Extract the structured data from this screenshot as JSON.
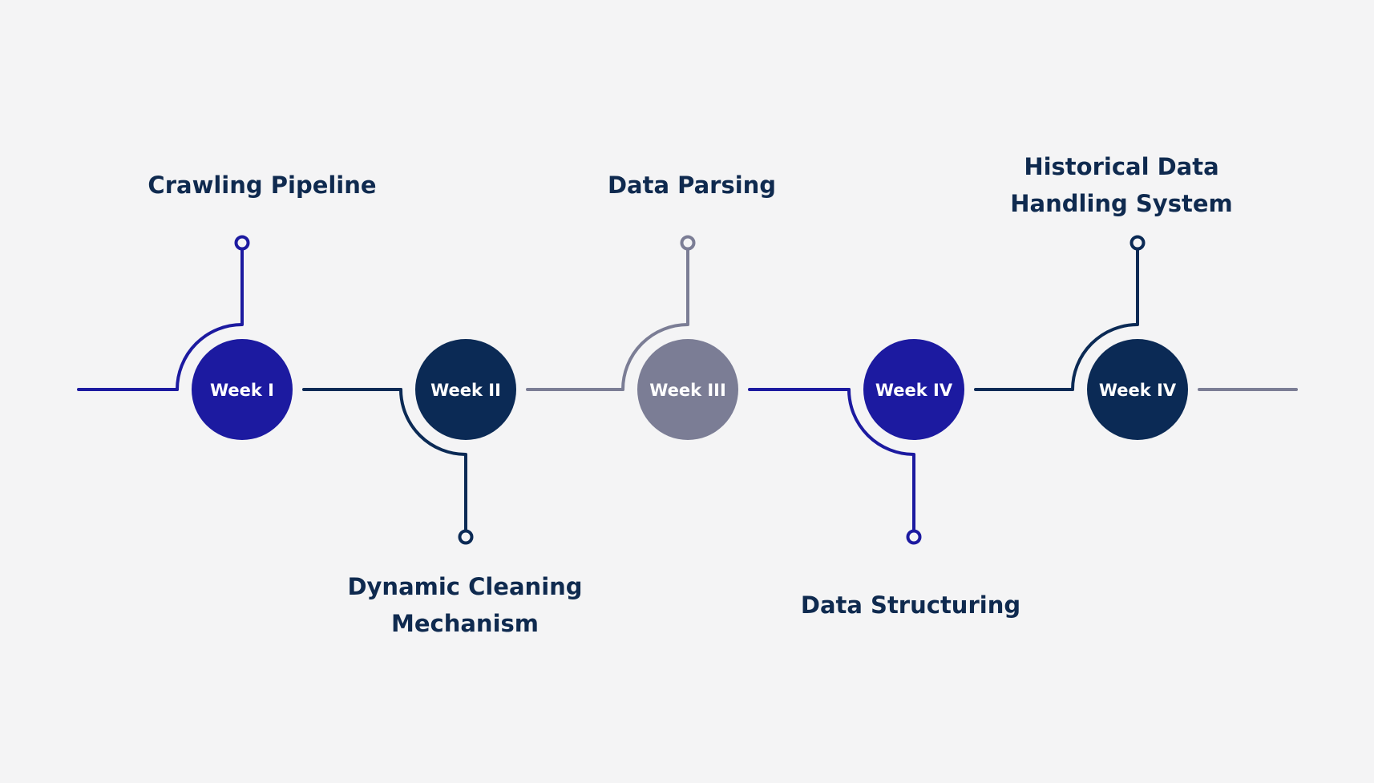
{
  "colors": {
    "background": "#f4f4f5",
    "blue": "#1c1aa0",
    "navy": "#0b2a55",
    "gray": "#7b7d95",
    "text": "#0f2a4f"
  },
  "milestones": [
    {
      "week": "Week I",
      "title": [
        "Crawling Pipeline"
      ],
      "side": "top",
      "color": "#1c1aa0"
    },
    {
      "week": "Week II",
      "title": [
        "Dynamic Cleaning",
        "Mechanism"
      ],
      "side": "bottom",
      "color": "#0b2a55"
    },
    {
      "week": "Week III",
      "title": [
        "Data Parsing"
      ],
      "side": "top",
      "color": "#7b7d95"
    },
    {
      "week": "Week IV",
      "title": [
        "Data Structuring"
      ],
      "side": "bottom",
      "color": "#1c1aa0"
    },
    {
      "week": "Week IV",
      "title": [
        "Historical Data",
        "Handling System"
      ],
      "side": "top",
      "color": "#0b2a55"
    }
  ]
}
